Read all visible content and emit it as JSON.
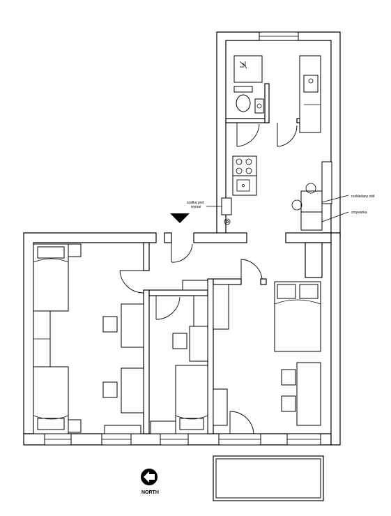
{
  "labels": {
    "szafka_line1": "szafka pod",
    "szafka_line2": "wymar",
    "table_label": "rozkładany stół",
    "dishwasher_label": "zmywarka",
    "north": "NORTH"
  },
  "colors": {
    "line": "#000000",
    "background": "#ffffff"
  },
  "icons": {
    "entrance": "entrance-arrow-icon",
    "compass": "north-arrow-icon"
  }
}
